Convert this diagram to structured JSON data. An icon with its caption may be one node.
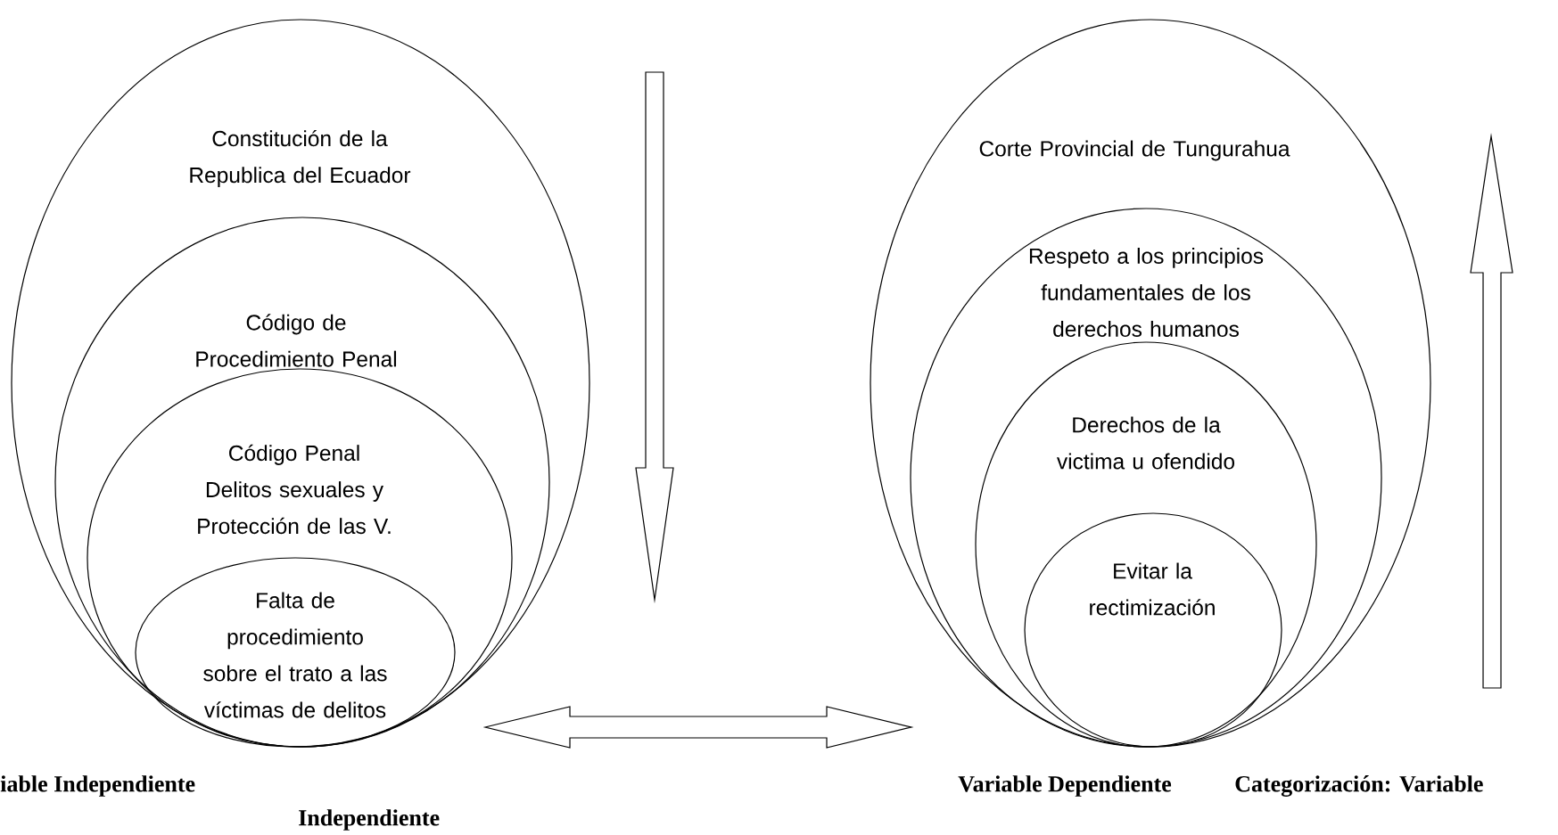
{
  "diagram": {
    "nodes": [
      {
        "text": [
          "Constitución de la Republica del Ecuador"
        ]
      },
      {
        "text": [
          "Código de Procedimiento Penal"
        ],
        "in": 0
      },
      {
        "text": [
          "Código Penal Delitos sexuales y Protección de las V."
        ],
        "in": 1
      },
      {
        "text": [
          "Falta de procedimiento sobre el trato a las víctimas de delitos"
        ],
        "in": 2
      },
      {
        "text": [
          "Corte Provincial de Tungurahua"
        ]
      },
      {
        "text": [
          "Respeto a los principios fundamentales de los derechos humanos"
        ],
        "in": 4
      },
      {
        "text": [
          "Derechos de la victima u ofendido"
        ],
        "in": 5
      },
      {
        "text": [
          "Evitar la rectimización"
        ],
        "in": 6
      }
    ],
    "edges": [
      {
        "from": 0,
        "to": 4,
        "arrow": "both"
      }
    ],
    "labels": [
      "iable Independiente",
      "Variable Dependiente",
      "Categorización: Variable",
      "Independiente"
    ]
  }
}
